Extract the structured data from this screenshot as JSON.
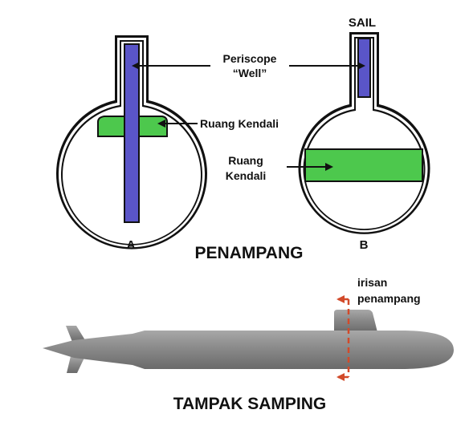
{
  "labels": {
    "sail": "SAIL",
    "periscope_line1": "Periscope",
    "periscope_line2": "“Well”",
    "control_room_a": "Ruang Kendali",
    "control_room_b_line1": "Ruang",
    "control_room_b_line2": "Kendali",
    "section_a": "A",
    "section_b": "B",
    "cross_section_title": "PENAMPANG",
    "cut_line_line1": "irisan",
    "cut_line_line2": "penampang",
    "side_view_title": "TAMPAK SAMPING"
  },
  "colors": {
    "periscope_well": "#5a55c8",
    "control_room": "#4dc84d",
    "hull_outline": "#111111",
    "submarine_body": "#8c8c8c",
    "cut_line": "#d24a2a"
  }
}
